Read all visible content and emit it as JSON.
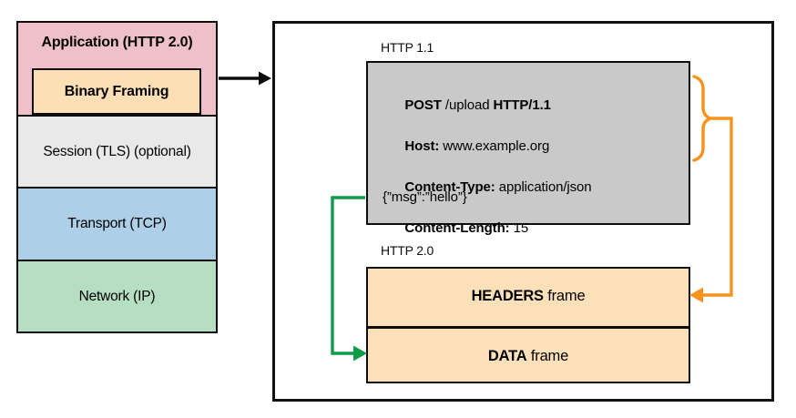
{
  "stack": {
    "application_label": "Application (HTTP 2.0)",
    "binary_framing_label": "Binary Framing",
    "session_label": "Session (TLS) (optional)",
    "transport_label": "Transport (TCP)",
    "network_label": "Network (IP)"
  },
  "panel": {
    "http11_label": "HTTP 1.1",
    "http20_label": "HTTP 2.0",
    "request": {
      "method": "POST",
      "path_segment": " /upload ",
      "version": "HTTP/1.1",
      "host_label": "Host:",
      "host_value": " www.example.org",
      "content_type_label": "Content-Type:",
      "content_type_value": " application/json",
      "content_length_label": "Content-Length:",
      "content_length_value": " 15",
      "body": "{”msg”:”hello”}"
    },
    "frames": {
      "headers_keyword": "HEADERS",
      "headers_suffix": " frame",
      "data_keyword": "DATA",
      "data_suffix": " frame"
    }
  },
  "colors": {
    "application_fill": "#efc0c7",
    "binary_framing_fill": "#fcdfb4",
    "session_fill": "#e9e9e9",
    "transport_fill": "#aecfe8",
    "network_fill": "#b5dec3",
    "request_fill": "#c9c9c9",
    "frame_fill": "#fce0ba",
    "orange_accent": "#f6921e",
    "green_accent": "#0f9c49",
    "line_black": "#0d0d0d"
  }
}
